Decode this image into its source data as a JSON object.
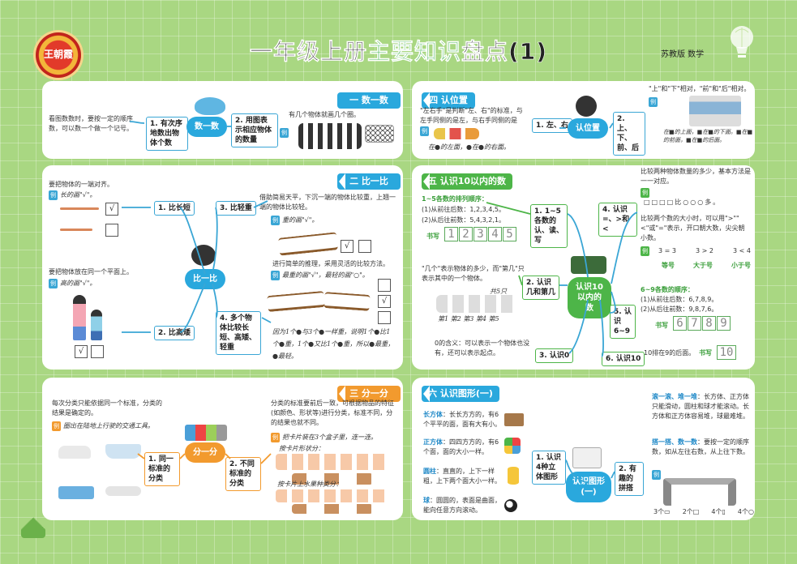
{
  "header": {
    "logo_text": "王朝霞",
    "title_pre": "一年级上册",
    "title_hl": "主要知识",
    "title_post": "盘点(1)",
    "subtitle": "苏教版 数学"
  },
  "s1": {
    "title": "一 数一数",
    "hub": "数一数",
    "n1": "1. 有次序地数出物体个数",
    "n2": "2. 用图表示相应物体的数量",
    "t1": "看图数数时，要按一定的顺序数，可以数一个做一个记号。",
    "t2": "有几个物体就画几个圈。",
    "lab": "例"
  },
  "s4": {
    "title": "四 认位置",
    "hub": "认位置",
    "n1": "1. 左、右",
    "n2": "2. 上、下、前、后",
    "t1": "\"左右手\"是判断\"左、右\"的标准，与左手同侧的是左，与右手同侧的是右。",
    "lab": "例",
    "e1a": "在",
    "e1b": "的左面，",
    "e1c": "在",
    "e1d": "的右面。",
    "t2": "\"上\"和\"下\"相对，\"前\"和\"后\"相对。",
    "e2a": "在",
    "e2b": "的上面，",
    "e2c": "在",
    "e2d": "的下面。",
    "e2e": "在",
    "e2f": "的前面，",
    "e2g": "在",
    "e2h": "的后面。"
  },
  "s2": {
    "title": "二 比一比",
    "hub": "比一比",
    "n1": "1. 比长短",
    "n2": "2. 比高矮",
    "n3": "3. 比轻重",
    "n4": "4. 多个物体比较长短、高矮、轻重",
    "t1": "要把物体的一端对齐。",
    "e1": "长的画\"√\"。",
    "t2": "要把物体放在同一个平面上。",
    "e2": "高的画\"√\"。",
    "t3": "借助简易天平，下沉一端的物体比较重，上翘一端的物体比较轻。",
    "e3": "重的画\"√\"。",
    "t4": "进行简单的推理，采用灵活的比较方法。",
    "e4": "最重的画\"√\"，最轻的画\"○\"。",
    "e5a": "因为1个",
    "e5b": "与3个",
    "e5c": "一样重，说明1个",
    "e5d": "比1个",
    "e5e": "重，1个",
    "e5f": "又比1个",
    "e5g": "重，所以",
    "e5h": "最重，",
    "e5i": "最轻。",
    "lab": "例",
    "check": "√"
  },
  "s5": {
    "title": "五 认识10以内的数",
    "hub": "认识10以内的数",
    "n1": "1. 1~5各数的认、读、写",
    "n2": "2. 认识几和第几",
    "n3": "3. 认识0",
    "n4": "4. 认识=、>和<",
    "n5": "5. 认识6~9",
    "n6": "6. 认识10",
    "t1": "1~5各数的排列顺序：",
    "t1a": "(1)从前往后数：1,2,3,4,5。",
    "t1b": "(2)从后往前数：5,4,3,2,1。",
    "write": "书写",
    "w1": [
      "1",
      "2",
      "3",
      "4",
      "5"
    ],
    "t2": "\"几个\"表示物体的多少，而\"第几\"只表示其中的一个物体。",
    "rab": "共5只",
    "rab2": "第1 第2 第3 第4 第5",
    "t3": "0的含义：可以表示一个物体也没有，还可以表示起点。",
    "t4": "比较两种物体数量的多少，基本方法是一一对应。",
    "t4b": "比",
    "t4c": "多。",
    "t5": "比较两个数的大小时，可以用\">\"\"<\"或\"=\"表示，开口朝大数，尖尖朝小数。",
    "cmp": [
      "3 = 3",
      "3 > 2",
      "3 < 4"
    ],
    "cmpl": [
      "等号",
      "大于号",
      "小于号"
    ],
    "t6": "6~9各数的顺序：",
    "t6a": "(1)从前往后数：6,7,8,9。",
    "t6b": "(2)从后往前数：9,8,7,6。",
    "w2": [
      "6",
      "7",
      "8",
      "9"
    ],
    "t7": "10排在9的后面。",
    "w3": "10",
    "lab": "例"
  },
  "s3": {
    "title": "三 分一分",
    "hub": "分一分",
    "n1": "1. 同一标准的分类",
    "n2": "2. 不同标准的分类",
    "t1": "每次分类只能依据同一个标准，分类的结果是确定的。",
    "e1": "圈出在陆地上行驶的交通工具。",
    "t2": "分类的标准要前后一致，可根据物品的特征(如颜色、形状等)进行分类，标准不同，分的结果也就不同。",
    "e2": "把卡片装在3个盒子里，连一连。",
    "e3": "按卡片形状分：",
    "e4": "按卡片上水果种类分：",
    "lab": "例"
  },
  "s6": {
    "title": "六 认识图形(一)",
    "hub": "认识图形(一)",
    "n1": "1. 认识4种立体图形",
    "n2": "2. 有趣的拼搭",
    "k1": "长方体",
    "t1": "：长长方方的，有6个平平的面，面有大有小。",
    "k2": "正方体",
    "t2": "：四四方方的，有6个面，面的大小一样。",
    "k3": "圆柱",
    "t3": "：直直的，上下一样粗，上下两个面大小一样。",
    "k4": "球",
    "t4": "：圆圆的，表面是曲面，能向任意方向滚动。",
    "k5": "滚一滚、堆一堆",
    "t5": "：长方体、正方体只能滑动，圆柱和球才能滚动。长方体和正方体容易堆，球最难堆。",
    "k6": "搭一搭、数一数",
    "t6": "：要按一定的顺序数，如从左往右数，从上往下数。",
    "cnt": [
      "3个",
      "2个",
      "4个",
      "4个"
    ],
    "lab": "例"
  }
}
